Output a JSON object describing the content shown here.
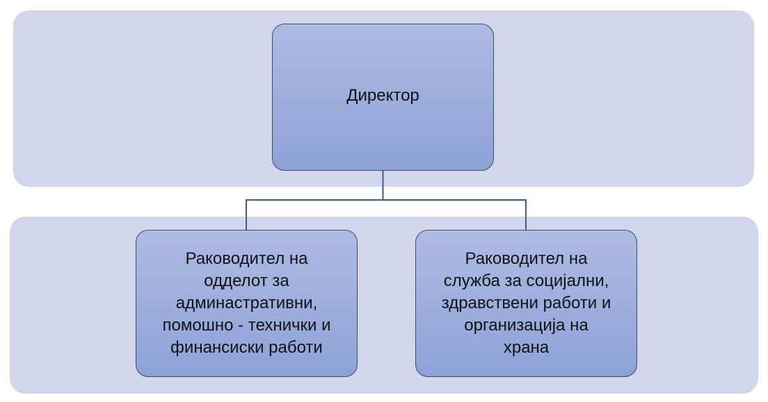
{
  "diagram": {
    "nodes": {
      "director": {
        "label": "Директор"
      },
      "left": {
        "label": "Раководител на\nодделот  за\nадминастративни,\nпомошно - технички и\nфинансиски работи"
      },
      "right": {
        "label": "Раководител на\nслужба за социјални,\nздравствени работи и\nорганизација на\nхрана"
      }
    },
    "edges": [
      {
        "from": "director",
        "to": "left"
      },
      {
        "from": "director",
        "to": "right"
      }
    ],
    "colors": {
      "band": "#d1d6eb",
      "box_top": "#adbbe3",
      "box_bottom": "#8ca2d8",
      "box_border": "#3f4a66",
      "connector": "#3c5a96"
    }
  }
}
